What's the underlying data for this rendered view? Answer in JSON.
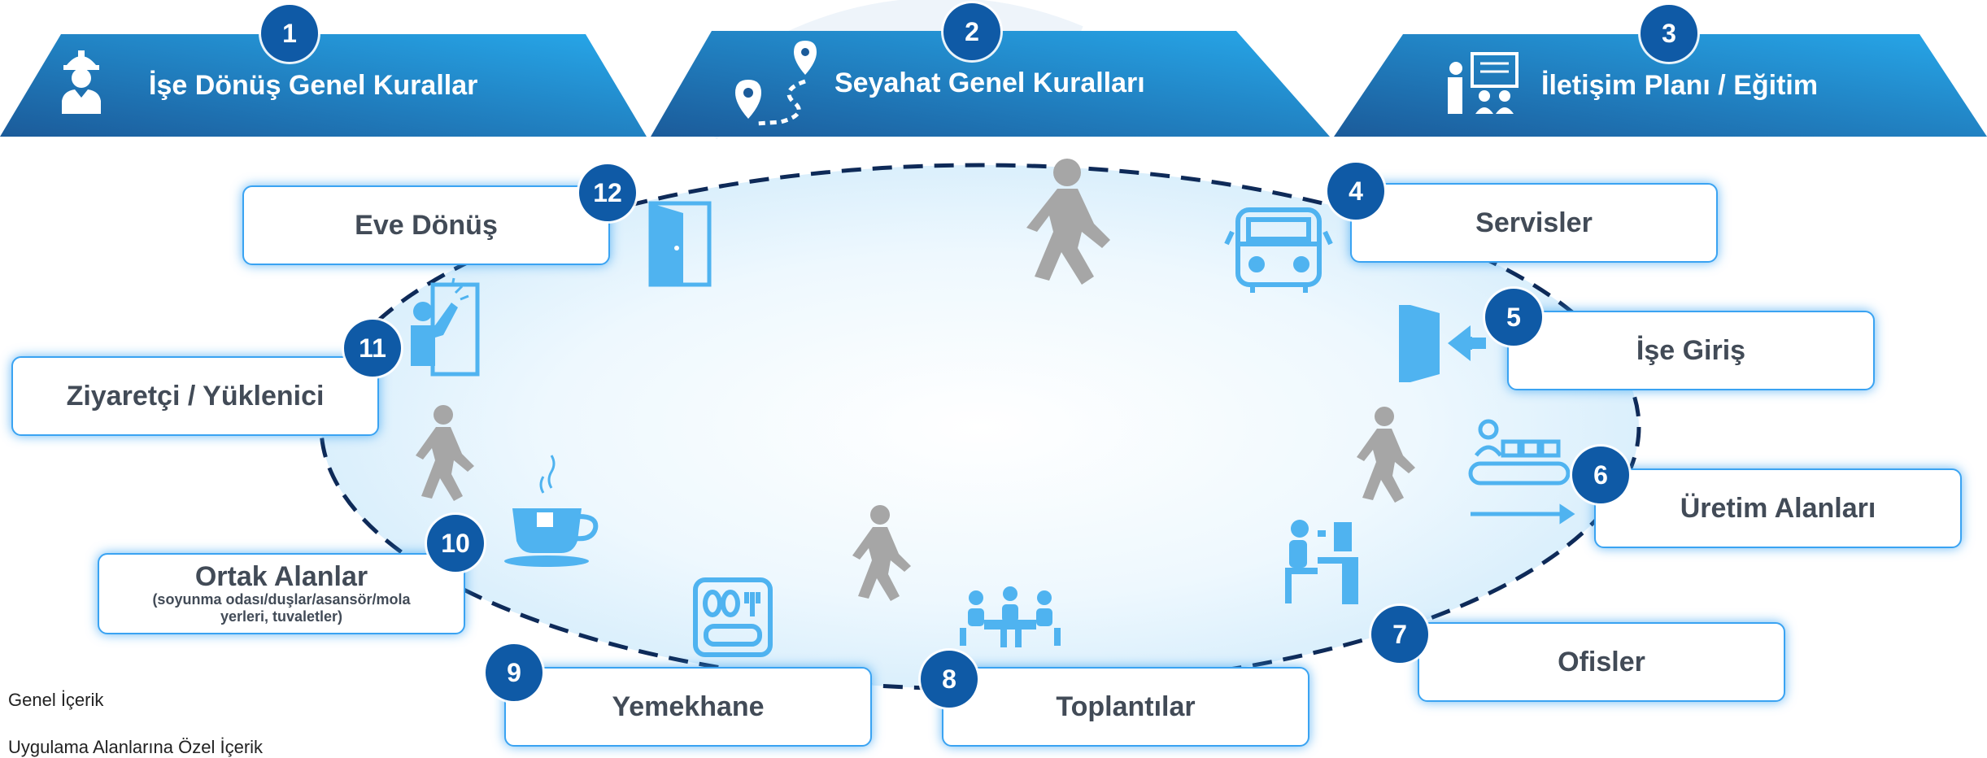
{
  "banners": [
    {
      "number": "1",
      "title": "İşe Dönüş Genel Kurallar"
    },
    {
      "number": "2",
      "title": "Seyahat Genel Kuralları"
    },
    {
      "number": "3",
      "title": "İletişim Planı / Eğitim"
    }
  ],
  "stations": [
    {
      "number": "4",
      "label": "Servisler"
    },
    {
      "number": "5",
      "label": "İşe Giriş"
    },
    {
      "number": "6",
      "label": "Üretim Alanları"
    },
    {
      "number": "7",
      "label": "Ofisler"
    },
    {
      "number": "8",
      "label": "Toplantılar"
    },
    {
      "number": "9",
      "label": "Yemekhane"
    },
    {
      "number": "10",
      "label": "Ortak Alanlar",
      "sublabel": "(soyunma odası/duşlar/asansör/mola yerleri, tuvaletler)"
    },
    {
      "number": "11",
      "label": "Ziyaretçi / Yüklenici"
    },
    {
      "number": "12",
      "label": "Eve Dönüş"
    }
  ],
  "legend": [
    "Genel İçerik",
    "Uygulama Alanlarına Özel İçerik"
  ],
  "colors": {
    "banner_dark": "#1b5b9a",
    "banner_light": "#23a4e8",
    "badge": "#0f5aa6",
    "icon": "#4fb3f0",
    "walker": "#a6a6a6",
    "oval_fill": "#dff1fc",
    "oval_stroke": "#0e2a58"
  }
}
